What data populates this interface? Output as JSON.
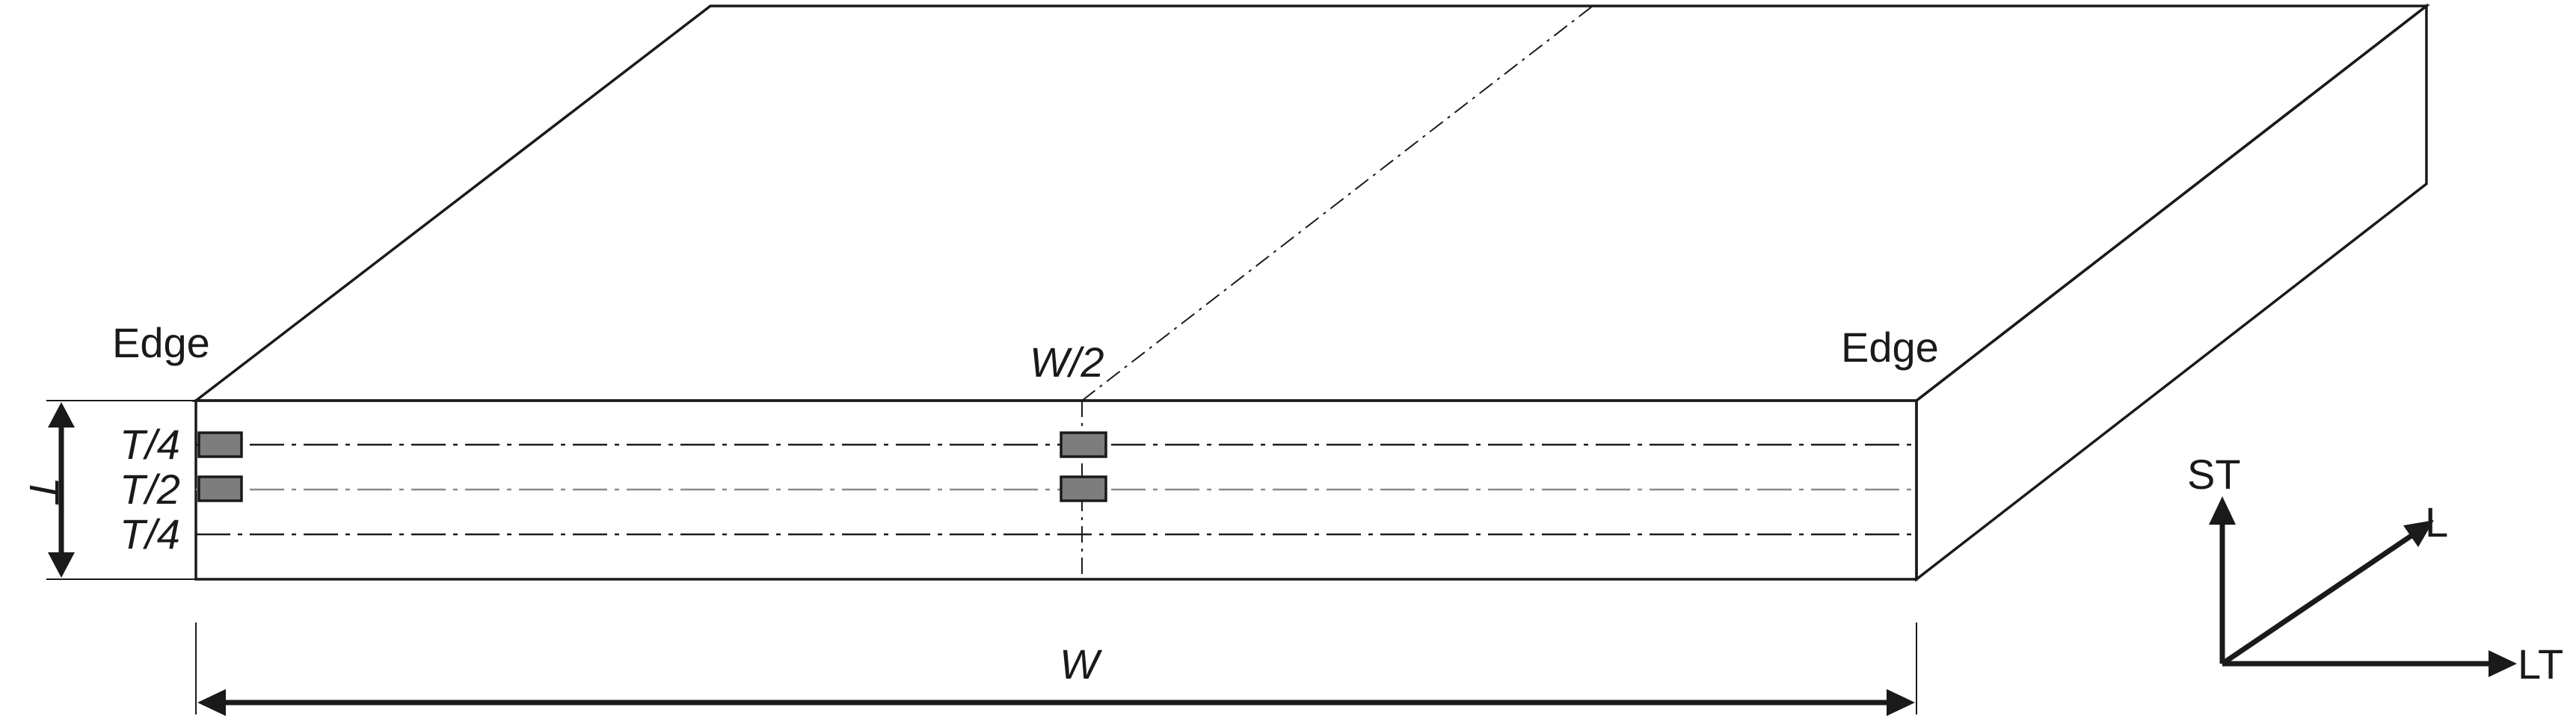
{
  "labels": {
    "edge_left": "Edge",
    "edge_right": "Edge",
    "mid_width": "W/2",
    "thickness": "T",
    "quarter_top": "T/4",
    "half": "T/2",
    "quarter_bottom": "T/4",
    "width": "W"
  },
  "axes": {
    "short_transverse": "ST",
    "longitudinal": "L",
    "long_transverse": "LT"
  },
  "colors": {
    "line": "#1a1a1a",
    "specimen_fill": "#7d7d7d",
    "center_line": "#8a8a8a"
  }
}
